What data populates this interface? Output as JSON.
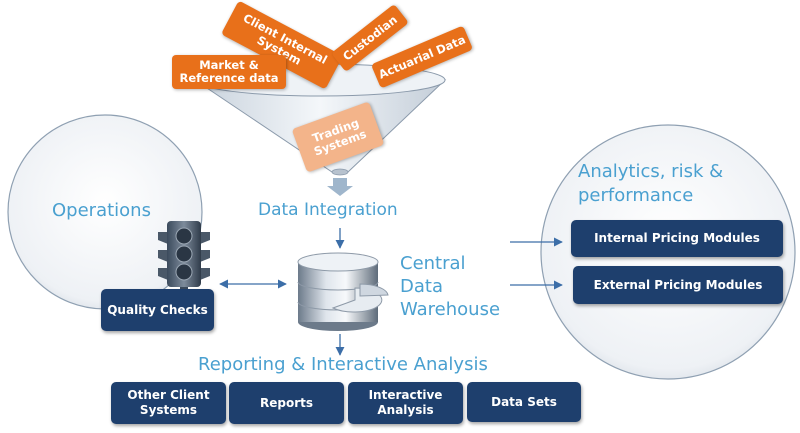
{
  "sources": {
    "client_internal_system": "Client Internal System",
    "custodian": "Custodian",
    "actuarial_data": "Actuarial Data",
    "market_reference_data": "Market & Reference data",
    "trading_systems": "Trading Systems"
  },
  "labels": {
    "data_integration": "Data Integration",
    "central_data_warehouse": "Central Data Warehouse",
    "reporting_interactive_analysis": "Reporting & Interactive Analysis",
    "operations": "Operations",
    "analytics": "Analytics, risk & performance"
  },
  "boxes": {
    "quality_checks": "Quality Checks",
    "internal_pricing_modules": "Internal Pricing Modules",
    "external_pricing_modules": "External Pricing Modules",
    "other_client_systems": "Other Client Systems",
    "reports": "Reports",
    "interactive_analysis": "Interactive Analysis",
    "data_sets": "Data Sets"
  },
  "colors": {
    "navy_box": "#1e3f6d",
    "orange_source": "#e8701a",
    "faded_source": "#f3b48a",
    "label_blue": "#4aa0d0",
    "arrow_blue": "#3c6ea8"
  }
}
